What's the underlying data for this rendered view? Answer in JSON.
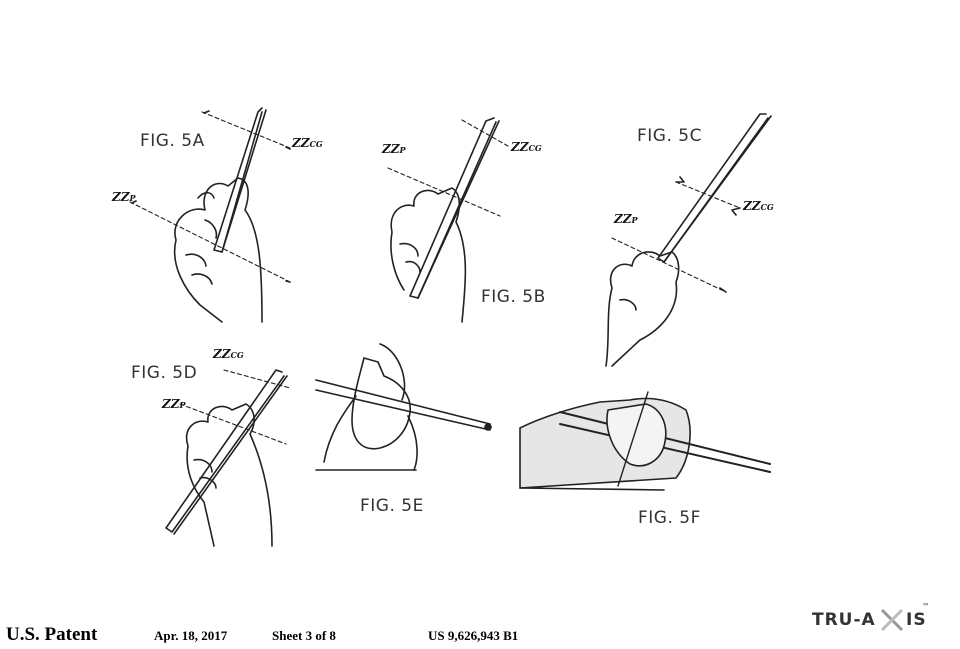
{
  "figures": {
    "fig5a": {
      "label": "FIG. 5A",
      "axis_cg": "ZZ",
      "axis_cg_sub": "CG",
      "axis_p": "ZZ",
      "axis_p_sub": "P"
    },
    "fig5b": {
      "label": "FIG. 5B",
      "axis_cg": "ZZ",
      "axis_cg_sub": "CG",
      "axis_p": "ZZ",
      "axis_p_sub": "P"
    },
    "fig5c": {
      "label": "FIG. 5C",
      "axis_cg": "ZZ",
      "axis_cg_sub": "CG",
      "axis_p": "ZZ",
      "axis_p_sub": "P"
    },
    "fig5d": {
      "label": "FIG. 5D",
      "axis_cg": "ZZ",
      "axis_cg_sub": "CG",
      "axis_p": "ZZ",
      "axis_p_sub": "P"
    },
    "fig5e": {
      "label": "FIG. 5E"
    },
    "fig5f": {
      "label": "FIG. 5F"
    }
  },
  "footer": {
    "title": "U.S. Patent",
    "date": "Apr. 18, 2017",
    "sheet": "Sheet 3 of 8",
    "number": "US 9,626,943 B1"
  },
  "logo": {
    "text_left": "TRU-A",
    "text_right": "IS",
    "trademark": "™"
  }
}
